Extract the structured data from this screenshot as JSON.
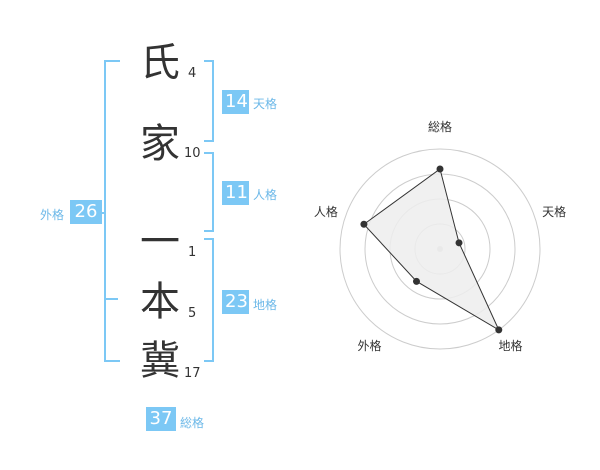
{
  "name": {
    "chars": [
      {
        "char": "氏",
        "strokes": "4"
      },
      {
        "char": "家",
        "strokes": "10"
      },
      {
        "char": "一",
        "strokes": "1"
      },
      {
        "char": "本",
        "strokes": "5"
      },
      {
        "char": "冀",
        "strokes": "17"
      }
    ]
  },
  "fortunes": {
    "tenkaku": {
      "value": "14",
      "label": "天格"
    },
    "jinkaku": {
      "value": "11",
      "label": "人格"
    },
    "chikaku": {
      "value": "23",
      "label": "地格"
    },
    "gaikaku": {
      "value": "26",
      "label": "外格"
    },
    "soukaku": {
      "value": "37",
      "label": "総格"
    }
  },
  "radar": {
    "axes": [
      "総格",
      "天格",
      "地格",
      "外格",
      "人格"
    ],
    "values": [
      4,
      1,
      5,
      2,
      4
    ],
    "max": 5,
    "rings": 4,
    "fill_color": "#ededed",
    "line_color": "#333333",
    "grid_color": "#cccccc"
  },
  "colors": {
    "accent": "#7cc8f5",
    "accent_text": "#6cb8e8",
    "text": "#333333"
  }
}
